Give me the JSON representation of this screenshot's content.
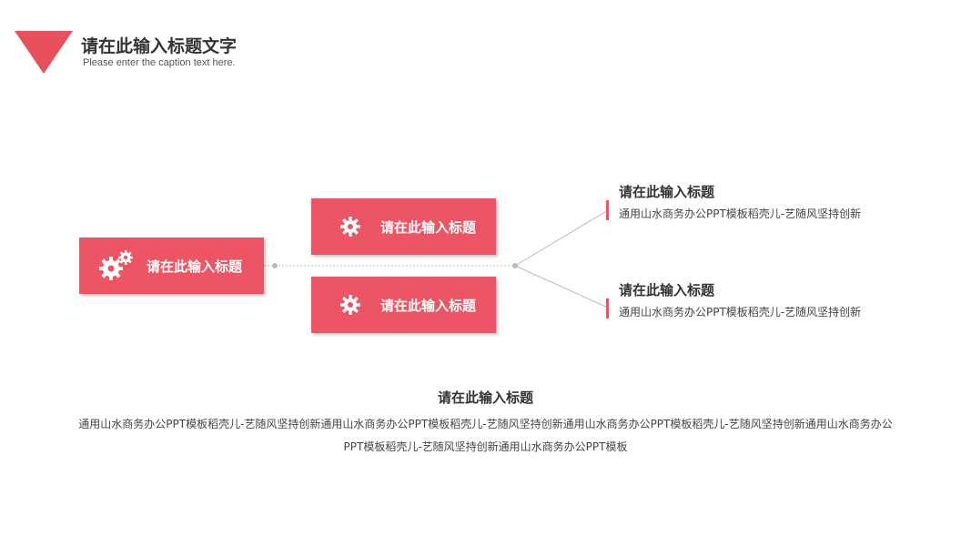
{
  "header": {
    "title": "请在此输入标题文字",
    "subtitle": "Please enter the caption text here."
  },
  "diagram": {
    "root": {
      "label": "请在此输入标题",
      "icon": "gears-icon"
    },
    "branches": [
      {
        "label": "请在此输入标题",
        "icon": "gear-icon"
      },
      {
        "label": "请在此输入标题",
        "icon": "gear-icon"
      }
    ],
    "details": [
      {
        "title": "请在此输入标题",
        "text": "通用山水商务办公PPT模板稻壳儿-艺随风坚持创新"
      },
      {
        "title": "请在此输入标题",
        "text": "通用山水商务办公PPT模板稻壳儿-艺随风坚持创新"
      }
    ]
  },
  "footer": {
    "title": "请在此输入标题",
    "text": "通用山水商务办公PPT模板稻壳儿-艺随风坚持创新通用山水商务办公PPT模板稻壳儿-艺随风坚持创新通用山水商务办公PPT模板稻壳儿-艺随风坚持创新通用山水商务办公PPT模板稻壳儿-艺随风坚持创新通用山水商务办公PPT模板"
  },
  "colors": {
    "accent": "#ed5565",
    "connector": "#bbbbbb"
  }
}
